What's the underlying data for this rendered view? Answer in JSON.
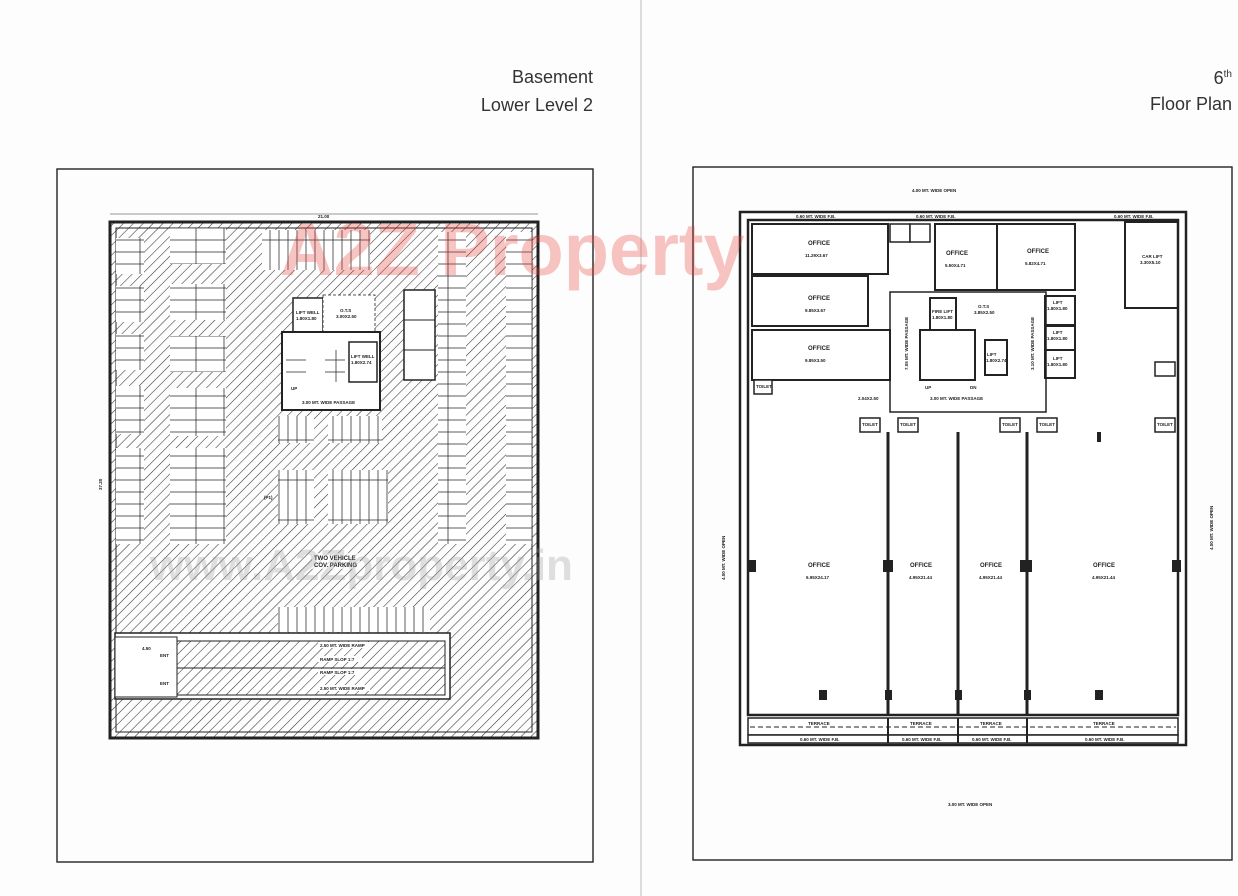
{
  "left_page": {
    "title_line1": "Basement",
    "title_line2": "Lower Level 2",
    "plan": {
      "overall_width": "21.00",
      "overall_depth": "37.20",
      "lift_well_1": "LIFT WELL",
      "lift_well_1_size": "1.80X1.80",
      "ots": "O.T.S",
      "ots_size": "3.00X2.50",
      "lift_well_2": "LIFT WELL",
      "lift_well_2_size": "1.80X2.74",
      "passage": "3.00 MT. WIDE PASSAGE",
      "parking_label_1": "TWO VEHICLE",
      "parking_label_2": "COV. PARKING",
      "p1": "(P1)",
      "ramp_1": "2.50 MT. WIDE RAMP",
      "ramp_slope_1": "RAMP SLOP 1:7",
      "ramp_slope_2": "RAMP SLOP 1:7",
      "ramp_2": "2.50 MT. WIDE RAMP",
      "entry": "ENT",
      "exit": "ENT",
      "dim_ramp": "4.50",
      "stair_up": "UP"
    }
  },
  "right_page": {
    "title_num": "6",
    "title_sup": "th",
    "title_line2": "Floor Plan",
    "plan": {
      "top_open": "4.00 MT. WIDE OPEN",
      "bottom_open": "3.00 MT. WIDE OPEN",
      "side_open": "4.00 MT. WIDE OPEN",
      "fb": "0.60 MT. WIDE F.B.",
      "office": "OFFICE",
      "offices": [
        {
          "area": "11.29X3.67"
        },
        {
          "area": "9.85X3.67"
        },
        {
          "area": "9.85X3.50"
        },
        {
          "area": "5.50X4.71"
        },
        {
          "area": "5.82X4.71"
        },
        {
          "area": "6.95X24.17"
        },
        {
          "area": "4.95X21.44"
        },
        {
          "area": "4.95X21.44"
        },
        {
          "area": "4.95X21.44"
        }
      ],
      "car_lift": "CAR LIFT",
      "car_lift_size": "3.30X5.10",
      "fire_lift": "FIRE LIFT",
      "fire_lift_size": "1.80X1.80",
      "ots": "O.T.S",
      "ots_size": "3.85X2.50",
      "lift": "LIFT",
      "lift_size": "1.80X1.80",
      "lift_big_size": "1.80X2.74",
      "passage_main": "3.00 MT. WIDE PASSAGE",
      "passage_left": "7.05 MT. WIDE PASSAGE",
      "passage_right": "3.10 MT. WIDE PASSAGE",
      "small_area": "2.04X2.50",
      "toilet": "TOILET",
      "terrace": "TERRACE",
      "stair_up": "UP",
      "stair_dn": "DN"
    }
  },
  "watermark": {
    "logo": "A2Z Property",
    "url": "www.A2Zproperty.in",
    "colors": [
      "#e8403a",
      "#f3a51b",
      "#4a86e8",
      "#34a853"
    ]
  }
}
